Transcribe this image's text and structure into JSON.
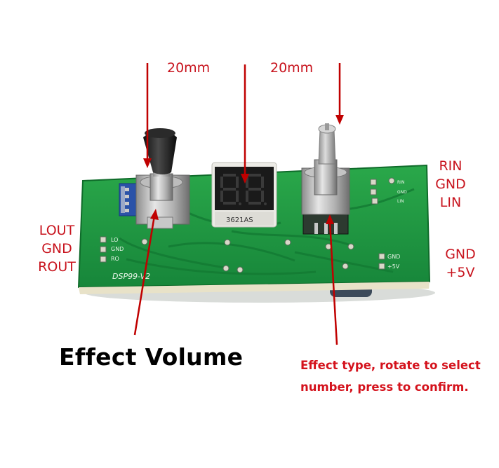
{
  "dimensions": {
    "left": "20mm",
    "right": "20mm"
  },
  "left_pins": [
    "LOUT",
    "GND",
    "ROUT"
  ],
  "right_top_pins": [
    "RIN",
    "GND",
    "LIN"
  ],
  "right_bottom_pins": [
    "GND",
    "+5V"
  ],
  "board": {
    "model": "DSP99-V2",
    "display_part": "3621AS",
    "silk_left": [
      "LO",
      "GND",
      "RO"
    ],
    "silk_right_top": [
      "RIN",
      "GND",
      "LIN"
    ],
    "silk_right_bottom": [
      "GND",
      "+5V"
    ]
  },
  "knob_left_title": "Effect Volume",
  "knob_right_note": "Effect type, rotate to select number, press to confirm.",
  "colors": {
    "pcb": "#1f9a3a",
    "annotation": "#c8141e",
    "arrow": "#c00000"
  }
}
